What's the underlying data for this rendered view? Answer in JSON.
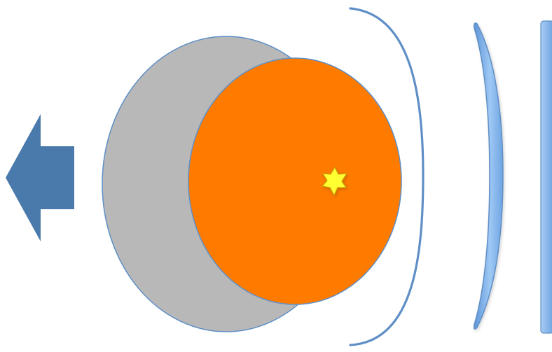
{
  "diagram": {
    "elements": [
      {
        "name": "left-arrow",
        "icon": "arrow-left-icon",
        "color": "#4a7aab"
      },
      {
        "name": "gray-circle",
        "color": "#b8b8b8",
        "stroke": "#5f8fc6"
      },
      {
        "name": "orange-circle",
        "color": "#ff7b00",
        "stroke": "#5f8fc6"
      },
      {
        "name": "star",
        "icon": "star-icon",
        "color": "#ffff33",
        "stroke": "#c8a000"
      },
      {
        "name": "outer-arc",
        "color": "#5f8fc6"
      },
      {
        "name": "lens-arc",
        "color": "#7fb0e8"
      },
      {
        "name": "right-edge-bar",
        "color": "#7fb0e8"
      }
    ]
  }
}
